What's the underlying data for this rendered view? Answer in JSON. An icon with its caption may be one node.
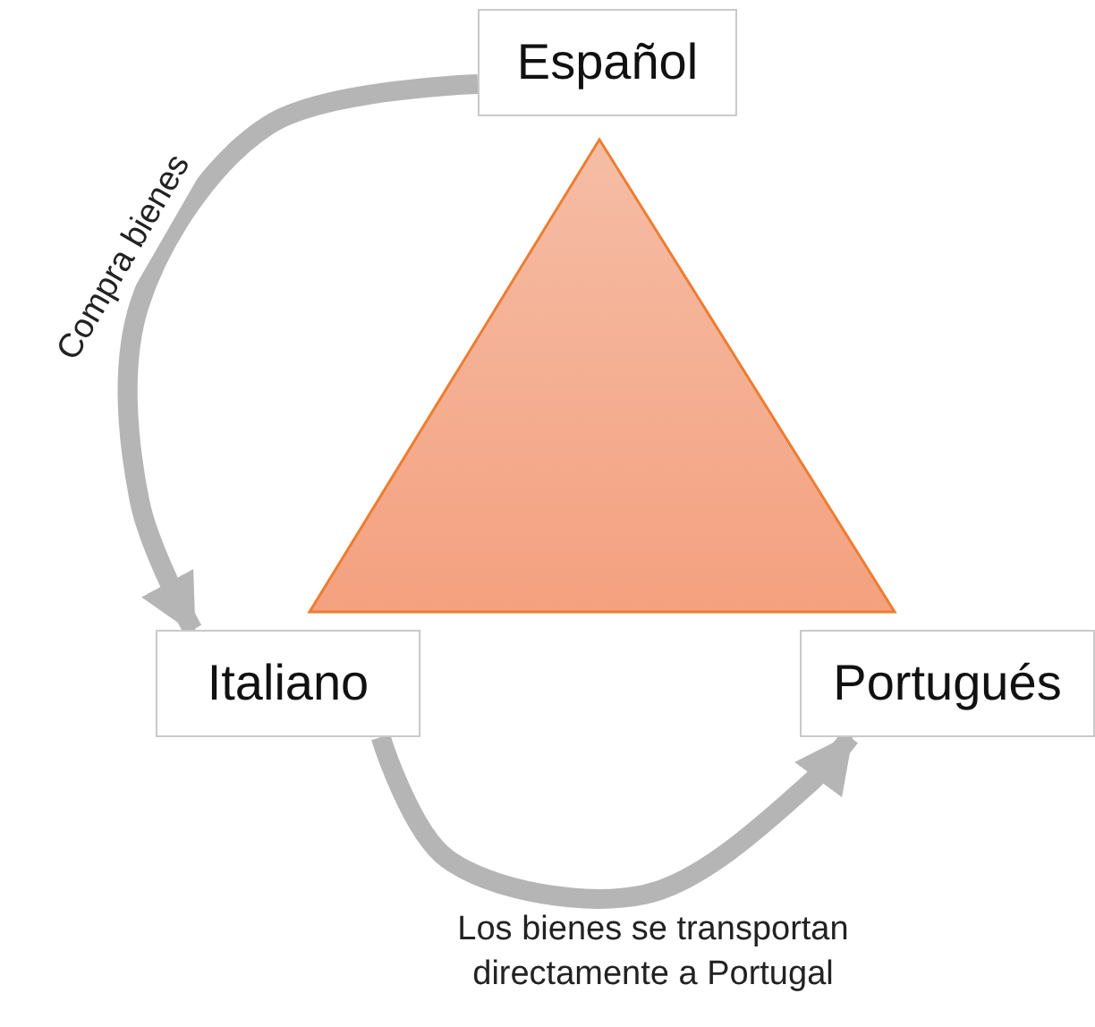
{
  "diagram": {
    "nodes": [
      {
        "text": [
          "Español"
        ]
      },
      {
        "text": [
          "Italiano"
        ]
      },
      {
        "text": [
          "Portugués"
        ]
      }
    ],
    "edges": [
      {
        "from": 0,
        "to": 1,
        "arrow": "to",
        "label": "Compra bienes"
      },
      {
        "from": 1,
        "to": 2,
        "arrow": "to",
        "label": "Los bienes se transportan directamente a Portugal"
      }
    ]
  }
}
